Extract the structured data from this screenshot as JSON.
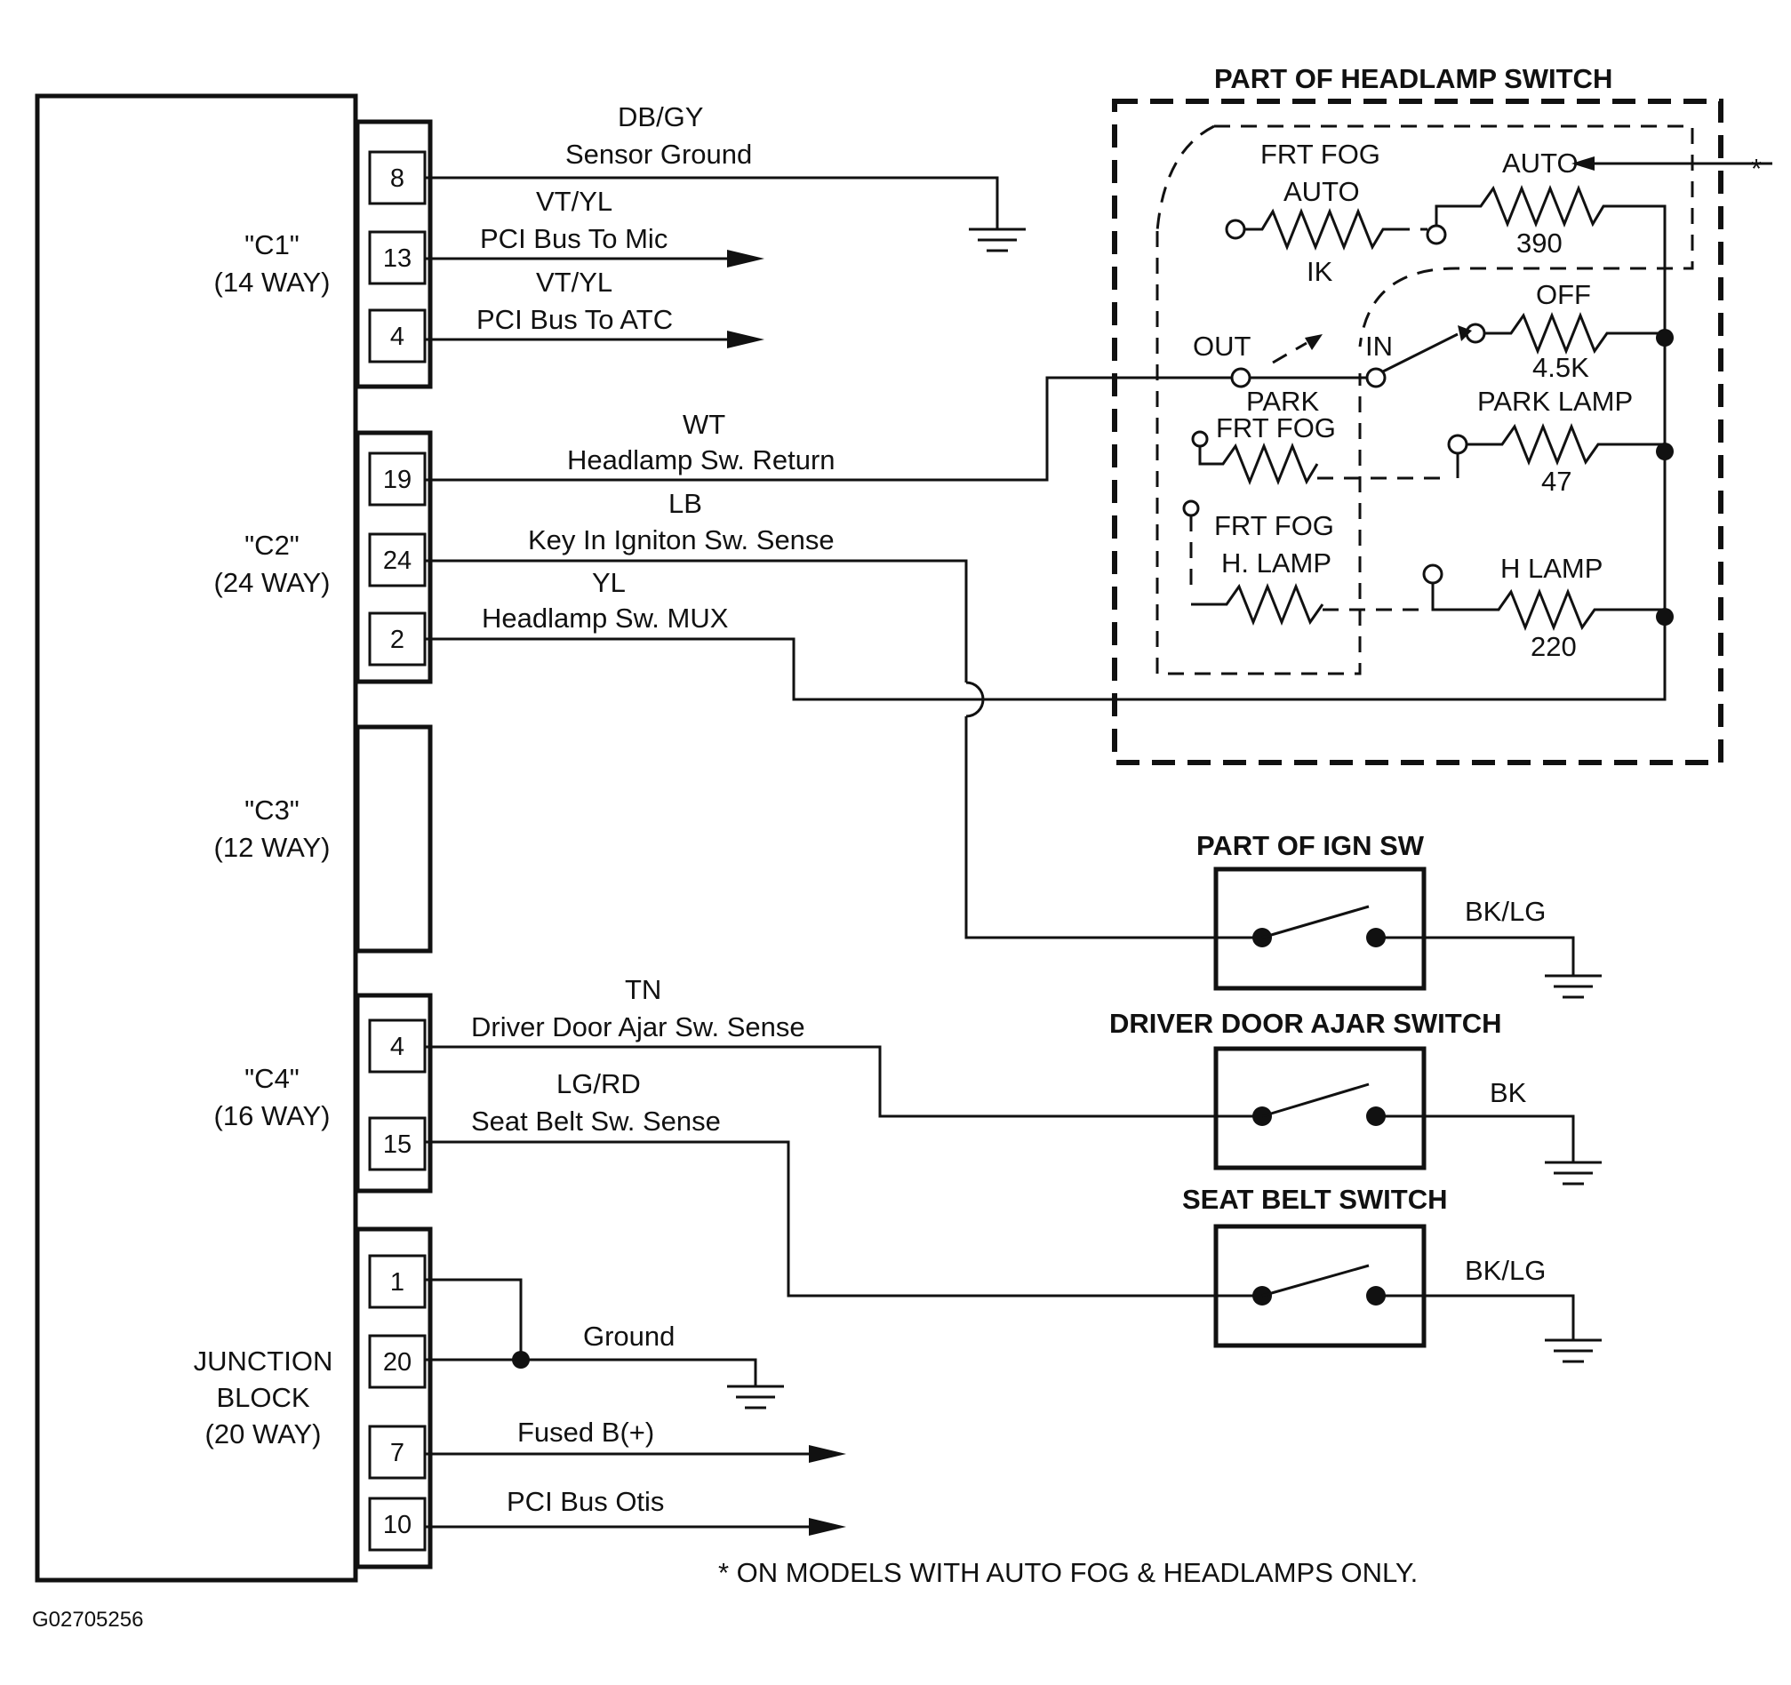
{
  "module": {
    "connectors": [
      {
        "name": "\"C1\"",
        "ways": "(14 WAY)"
      },
      {
        "name": "\"C2\"",
        "ways": "(24 WAY)"
      },
      {
        "name": "\"C3\"",
        "ways": "(12 WAY)"
      },
      {
        "name": "\"C4\"",
        "ways": "(16 WAY)"
      },
      {
        "name": "JUNCTION",
        "name2": "BLOCK",
        "ways": "(20 WAY)"
      }
    ]
  },
  "pins": [
    "8",
    "13",
    "4",
    "19",
    "24",
    "2",
    "4",
    "15",
    "1",
    "20",
    "7",
    "10"
  ],
  "wires": [
    {
      "color": "DB/GY",
      "desc": "Sensor Ground"
    },
    {
      "color": "VT/YL",
      "desc": "PCI Bus To Mic"
    },
    {
      "color": "VT/YL",
      "desc": "PCI Bus To ATC"
    },
    {
      "color": "WT",
      "desc": "Headlamp Sw. Return"
    },
    {
      "color": "LB",
      "desc": "Key In Igniton Sw. Sense"
    },
    {
      "color": "YL",
      "desc": "Headlamp Sw. MUX"
    },
    {
      "color": "TN",
      "desc": "Driver Door Ajar Sw. Sense"
    },
    {
      "color": "LG/RD",
      "desc": "Seat Belt Sw. Sense"
    },
    {
      "desc": "Ground"
    },
    {
      "desc": "Fused B(+)"
    },
    {
      "desc": "PCI Bus Otis"
    }
  ],
  "headlamp_switch": {
    "title": "PART OF HEADLAMP SWITCH",
    "labels": {
      "frt_fog": "FRT FOG",
      "auto_sub": "AUTO",
      "ik": "IK",
      "auto": "AUTO",
      "r390": "390",
      "off": "OFF",
      "r45k": "4.5K",
      "out": "OUT",
      "in": "IN",
      "park": "PARK",
      "park_lamp": "PARK LAMP",
      "r47": "47",
      "frt_fog2": "FRT FOG",
      "frt_fog3": "FRT FOG",
      "h_lamp_sub": "H. LAMP",
      "h_lamp": "H LAMP",
      "r220": "220",
      "star": "*"
    }
  },
  "switches": [
    {
      "title": "PART OF IGN SW",
      "wire": "BK/LG"
    },
    {
      "title": "DRIVER DOOR AJAR SWITCH",
      "wire": "BK"
    },
    {
      "title": "SEAT BELT SWITCH",
      "wire": "BK/LG"
    }
  ],
  "footnote": "* ON MODELS WITH AUTO FOG & HEADLAMPS ONLY.",
  "figure_id": "G02705256"
}
